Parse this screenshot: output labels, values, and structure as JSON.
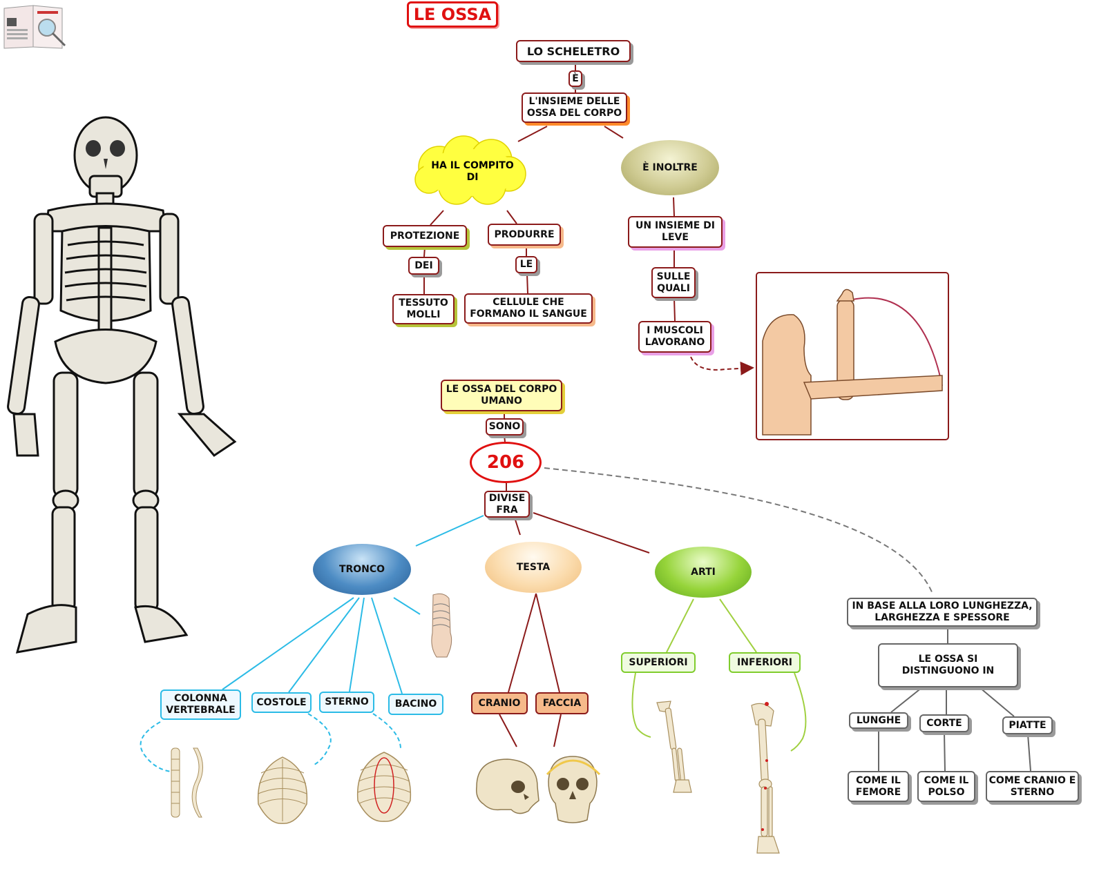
{
  "title": "LE OSSA",
  "nodes": {
    "lo_scheletro": "LO SCHELETRO",
    "e": "È",
    "insieme_ossa": "L'INSIEME DELLE OSSA DEL CORPO",
    "ha_compito": "HA IL COMPITO DI",
    "e_inoltre": "È INOLTRE",
    "protezione": "PROTEZIONE",
    "produrre": "PRODURRE",
    "dei": "DEI",
    "le_small": "LE",
    "tessuto_molli": "TESSUTO MOLLI",
    "cellule": "CELLULE CHE FORMANO IL SANGUE",
    "insieme_leve": "UN INSIEME DI LEVE",
    "sulle_quali": "SULLE QUALI",
    "muscoli": "I MUSCOLI LAVORANO",
    "ossa_corpo_umano": "LE OSSA DEL CORPO UMANO",
    "sono": "SONO",
    "n206": "206",
    "divise_fra": "DIVISE FRA",
    "tronco": "TRONCO",
    "testa": "TESTA",
    "arti": "ARTI",
    "colonna": "COLONNA VERTEBRALE",
    "costole": "COSTOLE",
    "sterno": "STERNO",
    "bacino": "BACINO",
    "cranio": "CRANIO",
    "faccia": "FACCIA",
    "superiori": "SUPERIORI",
    "inferiori": "INFERIORI",
    "in_base": "IN BASE ALLA LORO LUNGHEZZA, LARGHEZZA E SPESSORE",
    "le_ossa_si": "LE OSSA SI DISTINGUONO IN",
    "lunghe": "LUNGHE",
    "corte": "CORTE",
    "piatte": "PIATTE",
    "come_femore": "COME IL FEMORE",
    "come_polso": "COME IL POLSO",
    "come_cranio": "COME CRANIO E STERNO"
  },
  "colors": {
    "title_red": "#e01010",
    "border_dark_red": "#8b1a1a",
    "trunk_blue": "#2bbbe6",
    "limb_green": "#7fcc2c",
    "head_salmon": "#f6b98a",
    "cloud_yellow": "#ffff40",
    "olive": "#c3c07a"
  },
  "icons": [
    "book-logo-icon",
    "skeleton-illustration",
    "arm-lever-illustration",
    "spine-illustration",
    "ribcage-illustration",
    "sternum-illustration",
    "skull-side-illustration",
    "skull-front-illustration",
    "arm-bones-illustration",
    "leg-bones-illustration",
    "torso-illustration"
  ]
}
